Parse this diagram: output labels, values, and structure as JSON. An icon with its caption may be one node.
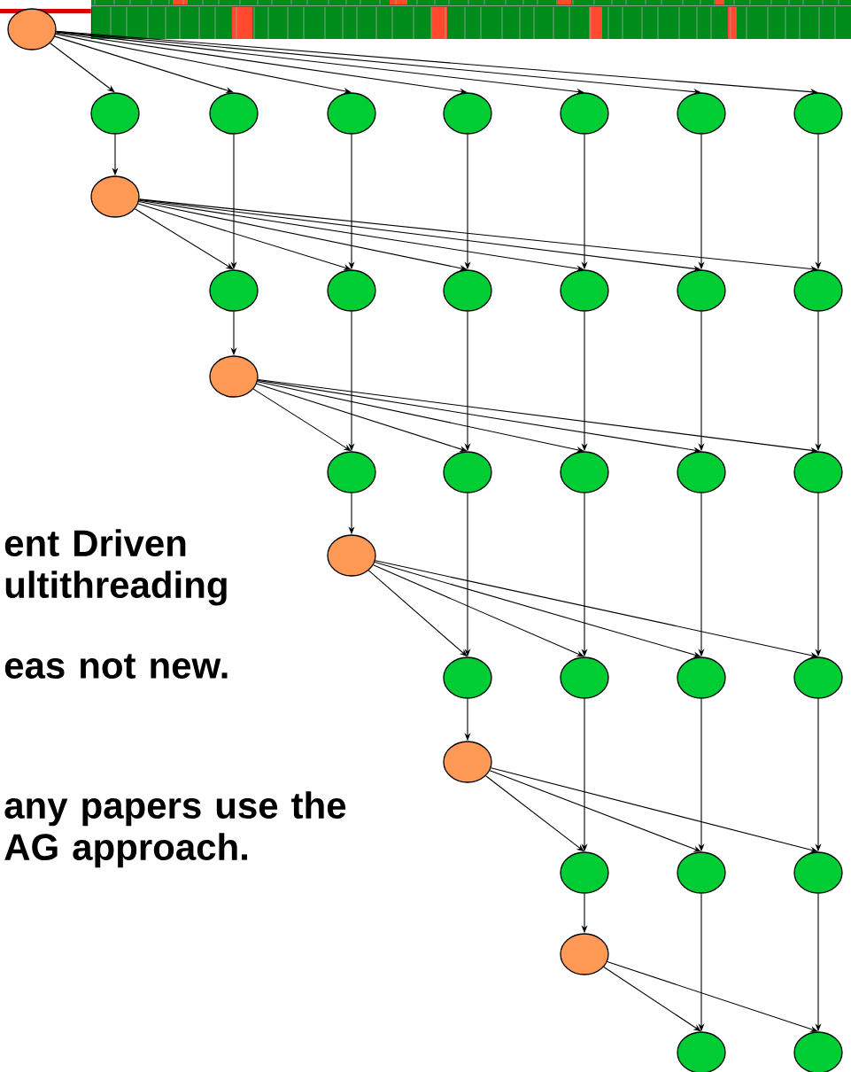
{
  "diagram": {
    "nodes": [
      {
        "text": [],
        "shape": "circle"
      },
      {
        "text": [],
        "shape": "circle"
      },
      {
        "text": [],
        "shape": "circle"
      },
      {
        "text": [],
        "shape": "circle"
      },
      {
        "text": [],
        "shape": "circle"
      },
      {
        "text": [],
        "shape": "circle"
      },
      {
        "text": [],
        "shape": "circle"
      },
      {
        "text": [],
        "shape": "circle"
      },
      {
        "text": [],
        "shape": "circle"
      },
      {
        "text": [],
        "shape": "circle"
      },
      {
        "text": [],
        "shape": "circle"
      },
      {
        "text": [],
        "shape": "circle"
      },
      {
        "text": [],
        "shape": "circle"
      },
      {
        "text": [],
        "shape": "circle"
      },
      {
        "text": [],
        "shape": "circle"
      },
      {
        "text": [],
        "shape": "circle"
      },
      {
        "text": [],
        "shape": "circle"
      },
      {
        "text": [],
        "shape": "circle"
      },
      {
        "text": [],
        "shape": "circle"
      },
      {
        "text": [],
        "shape": "circle"
      },
      {
        "text": [],
        "shape": "circle"
      },
      {
        "text": [],
        "shape": "circle"
      },
      {
        "text": [],
        "shape": "circle"
      },
      {
        "text": [],
        "shape": "circle"
      },
      {
        "text": [],
        "shape": "circle"
      },
      {
        "text": [],
        "shape": "circle"
      },
      {
        "text": [],
        "shape": "circle"
      },
      {
        "text": [],
        "shape": "circle"
      },
      {
        "text": [],
        "shape": "circle"
      },
      {
        "text": [],
        "shape": "circle"
      },
      {
        "text": [],
        "shape": "circle"
      },
      {
        "text": [],
        "shape": "circle"
      },
      {
        "text": [],
        "shape": "circle"
      }
    ],
    "edges": [
      {
        "from": 0,
        "to": 1,
        "arrow": "to"
      },
      {
        "from": 0,
        "to": 2,
        "arrow": "to"
      },
      {
        "from": 0,
        "to": 3,
        "arrow": "to"
      },
      {
        "from": 0,
        "to": 4,
        "arrow": "to"
      },
      {
        "from": 0,
        "to": 5,
        "arrow": "to"
      },
      {
        "from": 0,
        "to": 6,
        "arrow": "to"
      },
      {
        "from": 0,
        "to": 7,
        "arrow": "to"
      },
      {
        "from": 1,
        "to": 8,
        "arrow": "to"
      },
      {
        "from": 2,
        "to": 9,
        "arrow": "to"
      },
      {
        "from": 3,
        "to": 10,
        "arrow": "to"
      },
      {
        "from": 4,
        "to": 11,
        "arrow": "to"
      },
      {
        "from": 5,
        "to": 12,
        "arrow": "to"
      },
      {
        "from": 6,
        "to": 13,
        "arrow": "to"
      },
      {
        "from": 7,
        "to": 14,
        "arrow": "to"
      },
      {
        "from": 8,
        "to": 9,
        "arrow": "to"
      },
      {
        "from": 8,
        "to": 10,
        "arrow": "to"
      },
      {
        "from": 8,
        "to": 11,
        "arrow": "to"
      },
      {
        "from": 8,
        "to": 12,
        "arrow": "to"
      },
      {
        "from": 8,
        "to": 13,
        "arrow": "to"
      },
      {
        "from": 8,
        "to": 14,
        "arrow": "to"
      },
      {
        "from": 9,
        "to": 15,
        "arrow": "to"
      },
      {
        "from": 10,
        "to": 16,
        "arrow": "to"
      },
      {
        "from": 11,
        "to": 17,
        "arrow": "to"
      },
      {
        "from": 12,
        "to": 18,
        "arrow": "to"
      },
      {
        "from": 13,
        "to": 19,
        "arrow": "to"
      },
      {
        "from": 14,
        "to": 20,
        "arrow": "to"
      },
      {
        "from": 15,
        "to": 16,
        "arrow": "to"
      },
      {
        "from": 15,
        "to": 17,
        "arrow": "to"
      },
      {
        "from": 15,
        "to": 18,
        "arrow": "to"
      },
      {
        "from": 15,
        "to": 19,
        "arrow": "to"
      },
      {
        "from": 15,
        "to": 20,
        "arrow": "to"
      },
      {
        "from": 16,
        "to": 21,
        "arrow": "to"
      },
      {
        "from": 17,
        "to": 22,
        "arrow": "to"
      },
      {
        "from": 18,
        "to": 23,
        "arrow": "to"
      },
      {
        "from": 19,
        "to": 24,
        "arrow": "to"
      },
      {
        "from": 20,
        "to": 25,
        "arrow": "to"
      },
      {
        "from": 21,
        "to": 22,
        "arrow": "to"
      },
      {
        "from": 21,
        "to": 23,
        "arrow": "to"
      },
      {
        "from": 21,
        "to": 24,
        "arrow": "to"
      },
      {
        "from": 21,
        "to": 25,
        "arrow": "to"
      },
      {
        "from": 22,
        "to": 26,
        "arrow": "to"
      },
      {
        "from": 23,
        "to": 27,
        "arrow": "to"
      },
      {
        "from": 24,
        "to": 28,
        "arrow": "to"
      },
      {
        "from": 25,
        "to": 29,
        "arrow": "to"
      },
      {
        "from": 26,
        "to": 27,
        "arrow": "to"
      },
      {
        "from": 26,
        "to": 28,
        "arrow": "to"
      },
      {
        "from": 26,
        "to": 29,
        "arrow": "to"
      },
      {
        "from": 27,
        "to": 30,
        "arrow": "to"
      },
      {
        "from": 28,
        "to": 31,
        "arrow": "to"
      },
      {
        "from": 29,
        "to": 32,
        "arrow": "to"
      },
      {
        "from": 30,
        "to": 31,
        "arrow": "to"
      },
      {
        "from": 30,
        "to": 32,
        "arrow": "to"
      }
    ],
    "labels": [
      "ent Driven ultithreading",
      "eas not new.",
      "any papers use the AG approach."
    ]
  }
}
